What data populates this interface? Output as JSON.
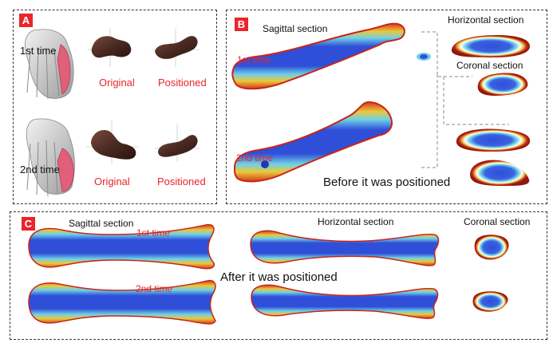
{
  "figure": {
    "panel_a": {
      "badge": "A",
      "row1_time": "1st time",
      "row2_time": "2nd time",
      "original_label": "Original",
      "positioned_label": "Positioned"
    },
    "panel_b": {
      "badge": "B",
      "sagittal": "Sagittal section",
      "horizontal": "Horizontal section",
      "coronal": "Coronal section",
      "time1": "1st time",
      "time2": "2nd time",
      "caption": "Before it was positioned"
    },
    "panel_c": {
      "badge": "C",
      "sagittal": "Sagittal section",
      "horizontal": "Horizontal section",
      "coronal": "Coronal section",
      "time1": "1st time",
      "time2": "2nd time",
      "caption": "After it was positioned"
    }
  },
  "colors": {
    "accent_red": "#e8262b",
    "bone_blue": "#2f4fd8",
    "bone_red": "#c9241a",
    "bone_yellow": "#e8d33a",
    "model_brown": "#4a2a22",
    "skeleton_grey": "#cfcfcf",
    "highlight_pink": "#e0607a"
  }
}
